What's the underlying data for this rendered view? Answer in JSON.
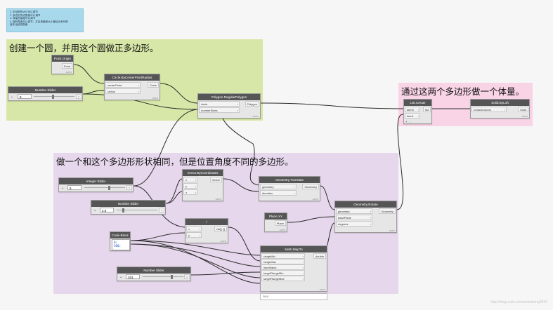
{
  "note": {
    "lines": [
      "1. 半径和的大小可以调节",
      "2. 多边形的边数量可以调节",
      "3. 体量的高度可以调节",
      "4. 旋转角度可以调节，并且角度和大小最后为系列的",
      "   逐步比起较数值"
    ]
  },
  "groups": {
    "green_title": "创建一个圆，并用这个圆做正多边形。",
    "pink_title": "通过这两个多边形做一个体量。",
    "purple_title": "做一个和这个多边形形状相同，但是位置角度不同的多边形。"
  },
  "nodes": {
    "point_origin": {
      "title": "Point.Origin",
      "out": "Point",
      "foot": "AUTO"
    },
    "number_slider_1": {
      "title": "Number Slider",
      "value": "8"
    },
    "circle": {
      "title": "Circle.ByCenterPointRadius",
      "in1": "centerPoint",
      "in2": "radius",
      "out": "Circle",
      "foot": "AUTO"
    },
    "polygon": {
      "title": "Polygon.RegularPolygon",
      "in1": "circle",
      "in2": "numberSides",
      "out": "Polygon",
      "foot": "AUTO"
    },
    "list_create": {
      "title": "List.Create",
      "in1": "item0",
      "in2": "item1",
      "out": "list",
      "plus": "+",
      "minus": "-"
    },
    "solid_byloft": {
      "title": "Solid.ByLoft",
      "in1": "crossSections",
      "out": "Solid",
      "foot": "AUTO"
    },
    "integer_slider": {
      "title": "Integer Slider",
      "value": "5"
    },
    "number_slider_2": {
      "title": "Number Slider",
      "value": "2.6"
    },
    "vector": {
      "title": "Vector.ByCoordinates",
      "in1": "x",
      "in2": "y",
      "in3": "z",
      "out": "Vector",
      "foot": "AUTO"
    },
    "translate": {
      "title": "Geometry.Translate",
      "in1": "geometry",
      "in2": "direction",
      "out": "Geometry",
      "foot": "AUTO"
    },
    "plane_xy": {
      "title": "Plane.XY",
      "out": "Plane",
      "foot": "AUTO"
    },
    "rotate": {
      "title": "Geometry.Rotate",
      "in1": "geometry",
      "in2": "basePlane",
      "in3": "degrees",
      "out": "Geometry",
      "foot": "AUTO"
    },
    "code_block": {
      "title": "Code Block",
      "line1": "0;",
      "line2": "360;"
    },
    "divide": {
      "title": "/",
      "in1": "x",
      "in2": "y",
      "out": "var[]..[]",
      "foot": "AUTO"
    },
    "math_mapto": {
      "title": "Math.MapTo",
      "in1": "rangeMin",
      "in2": "rangeMax",
      "in3": "inputValue",
      "in4": "targetRangeMin",
      "in5": "targetRangeMax",
      "out": "double",
      "foot": "AUTO",
      "preview": "28.8"
    },
    "number_slider_3": {
      "title": "Number Slider",
      "value": "101"
    }
  },
  "watermark": "http://blog.csdn.net/weixinbxing2015",
  "colors": {
    "green": "#d7e7a7",
    "pink": "#f9d4e6",
    "purple": "#e6d7ec",
    "note": "#a8d8ec",
    "header": "#555555"
  }
}
